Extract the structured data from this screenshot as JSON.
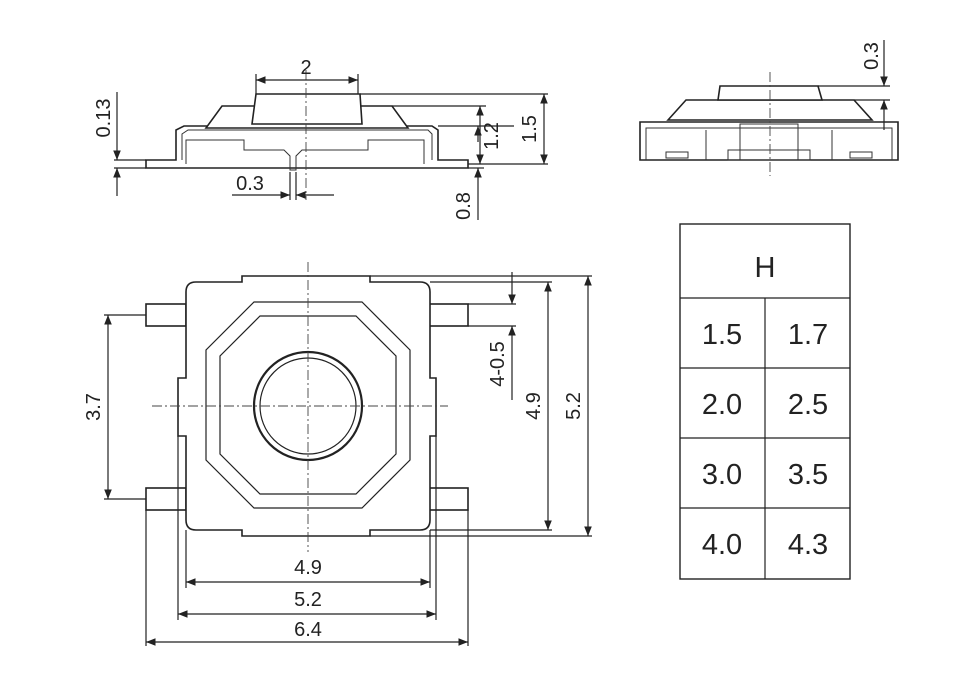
{
  "side_view_left": {
    "dims": {
      "stem_width": "2",
      "flange_thickness": "0.13",
      "lead_width": "0.3",
      "body_height": "1.2",
      "total_height": "1.5",
      "base_height": "0.8"
    }
  },
  "side_view_right": {
    "dims": {
      "cap_offset": "0.3"
    }
  },
  "top_view": {
    "dims": {
      "terminal_pitch": "3.7",
      "terminal_width": "4-0.5",
      "inner_length": "4.9",
      "outer_length": "5.2",
      "width_inner": "4.9",
      "width_outer": "5.2",
      "width_overall": "6.4"
    }
  },
  "height_table": {
    "header": "H",
    "rows": [
      [
        "1.5",
        "1.7"
      ],
      [
        "2.0",
        "2.5"
      ],
      [
        "3.0",
        "3.5"
      ],
      [
        "4.0",
        "4.3"
      ]
    ]
  }
}
